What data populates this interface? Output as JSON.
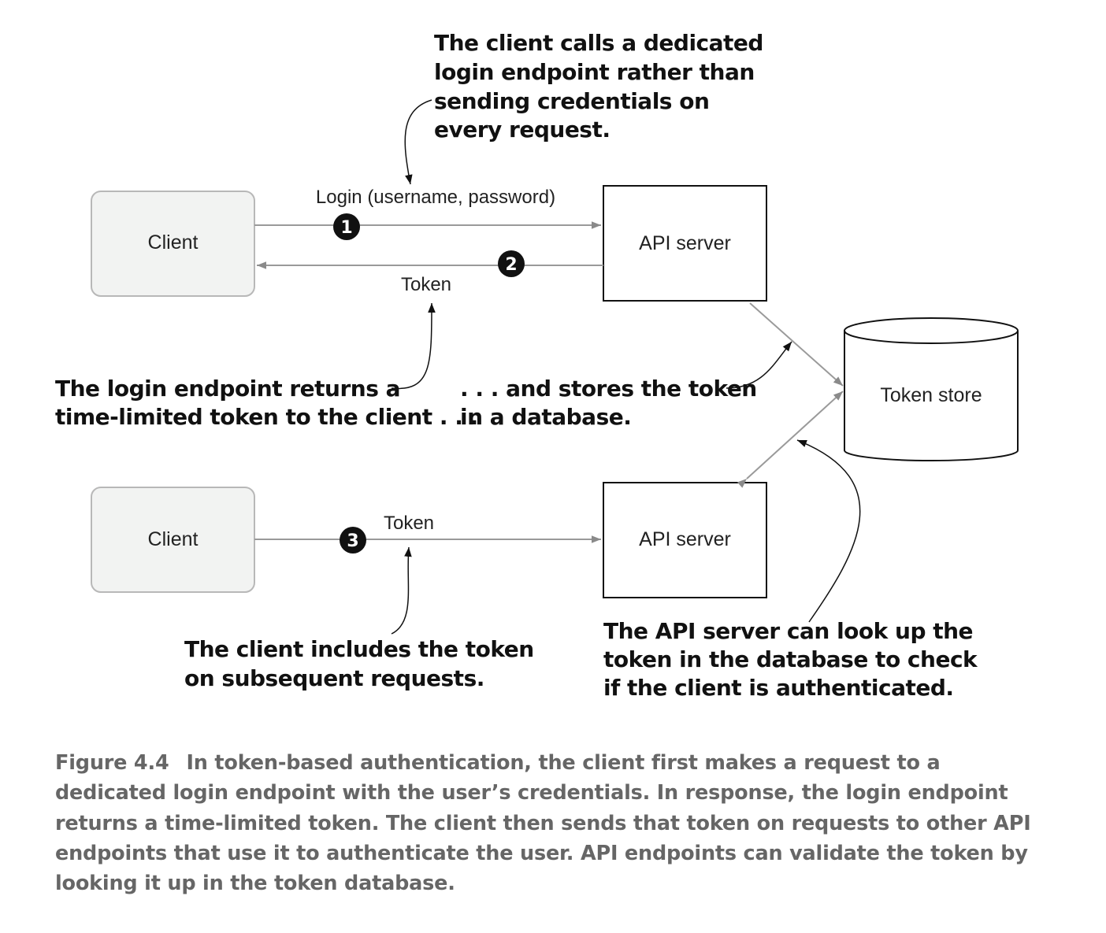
{
  "nodes": {
    "client_top": "Client",
    "api_top": "API server",
    "token_store": "Token store",
    "client_bottom": "Client",
    "api_bottom": "API server"
  },
  "edges": {
    "login_label": "Login (username, password)",
    "token_return_label": "Token",
    "token_request_label": "Token"
  },
  "badges": [
    "1",
    "2",
    "3"
  ],
  "annotations": {
    "login_endpoint": [
      "The client calls a dedicated",
      "login endpoint rather than",
      "sending credentials on",
      "every request."
    ],
    "returns_token": [
      "The login endpoint returns a",
      "time-limited token to the client . . ."
    ],
    "stores_token": [
      ". . . and stores the token",
      "in a database."
    ],
    "subsequent": [
      "The client includes the token",
      "on subsequent requests."
    ],
    "lookup": [
      "The API server can look up the",
      "token in the database to check",
      "if the client is authenticated."
    ]
  },
  "caption": {
    "number": "Figure 4.4",
    "text": "In token-based authentication, the client first makes a request to a dedicated login endpoint with the user’s credentials. In response, the login endpoint returns a time-limited token. The client then sends that token on requests to other API endpoints that use it to authenticate the user. API endpoints can validate the token by looking it up in the token database."
  }
}
